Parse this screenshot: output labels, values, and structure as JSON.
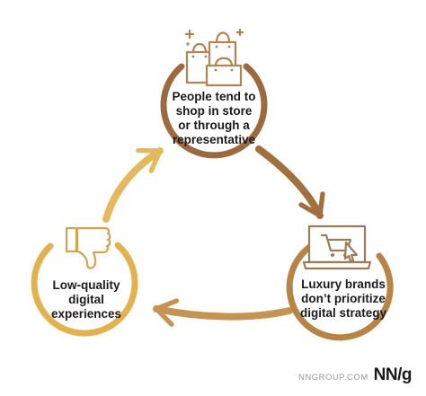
{
  "colors": {
    "top_ring": "#9c6a3e",
    "right_ring": "#b88446",
    "left_ring": "#e2b24e",
    "arrow_top_to_right": "#a36f3f",
    "arrow_right_to_left": "#c69452",
    "arrow_left_to_top": "#e4b95e",
    "icon_bags": "#b08455",
    "icon_laptop": "#9c7b5a",
    "icon_thumb": "#d3a450",
    "text": "#1a1a1a",
    "footer_gray": "#9a9a9a"
  },
  "nodes": {
    "top": {
      "lines": [
        "People tend to",
        "shop in store",
        "or through a",
        "representative"
      ],
      "icon": "shopping-bags-icon"
    },
    "right": {
      "lines": [
        "Luxury brands",
        "don’t prioritize",
        "digital strategy"
      ],
      "icon": "laptop-cart-icon"
    },
    "left": {
      "lines": [
        "Low-quality",
        "digital",
        "experiences"
      ],
      "icon": "thumbs-down-icon"
    }
  },
  "footer": {
    "domain": "NNGROUP.COM",
    "logo": "NN/g"
  }
}
